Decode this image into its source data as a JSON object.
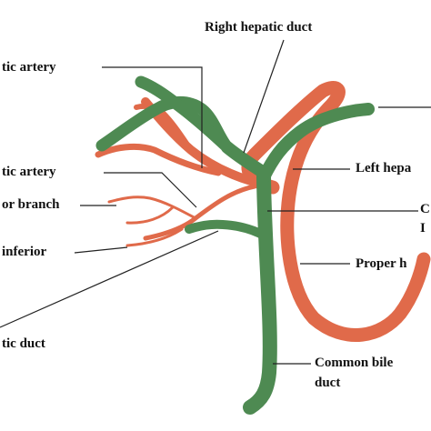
{
  "colors": {
    "duct": "#4e8a52",
    "duct_edge": "#2f5f33",
    "artery": "#e06a4a",
    "artery_edge": "#b84a30",
    "leader": "#222222",
    "text": "#111111",
    "background": "#ffffff"
  },
  "labels": {
    "right_hepatic_duct": "Right hepatic duct",
    "right_hepatic_artery": "tic artery",
    "cystic_artery": "tic artery",
    "anterior_branch": "or branch",
    "inferior": "inferior",
    "common_hepatic_duct": "tic duct",
    "left_hepatic": "Left hepa",
    "cystic_line1": "C",
    "cystic_line2": "I",
    "proper_hepatic": "Proper h",
    "common_bile_duct_line1": "Common bile",
    "common_bile_duct_line2": "duct"
  }
}
